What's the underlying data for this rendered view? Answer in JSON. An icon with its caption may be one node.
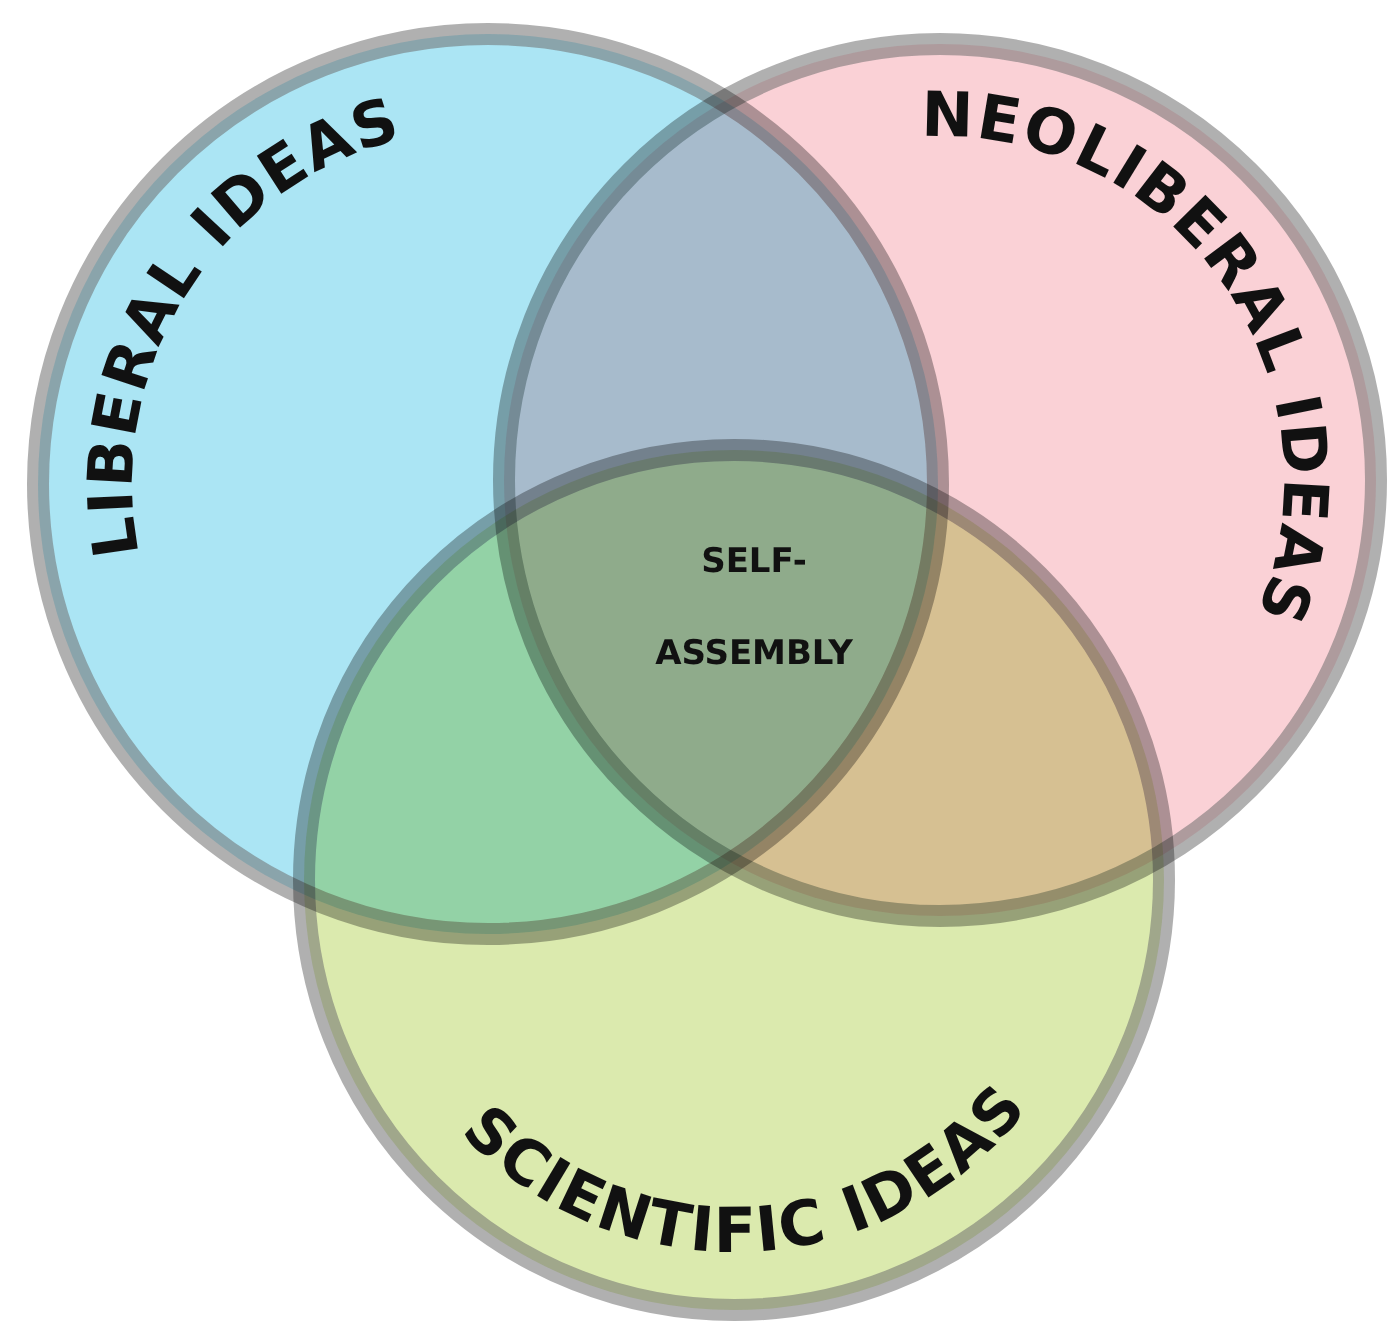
{
  "diagram": {
    "nodes": [
      {
        "text": [
          "LIBERAL IDEAS"
        ]
      },
      {
        "text": [
          "NEOLIBERAL IDEAS"
        ]
      },
      {
        "text": [
          "SCIENTIFIC IDEAS"
        ]
      }
    ],
    "labels": [
      "SELF- ASSEMBLY"
    ]
  }
}
